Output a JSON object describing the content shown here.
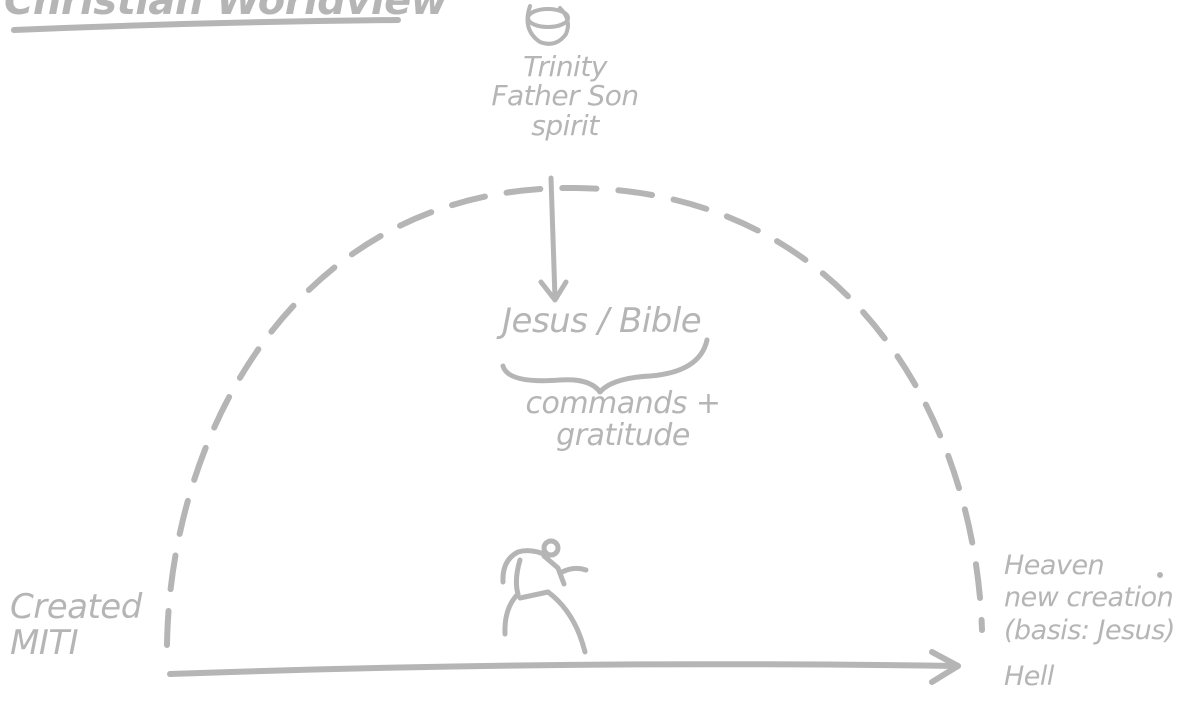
{
  "title": "Christian Worldview",
  "trinity": {
    "line1": "Trinity",
    "line2": "Father Son",
    "line3": "spirit"
  },
  "jesus_bible": "Jesus / Bible",
  "commands": {
    "line1": "commands +",
    "line2": "gratitude"
  },
  "created": {
    "line1": "Created",
    "line2": "MITI"
  },
  "destinations": {
    "line1": "Heaven",
    "line2": "new creation",
    "line3": "(basis: Jesus)",
    "line4": "Hell"
  },
  "colors": {
    "ink": "#b5b5b5",
    "background": "#ffffff"
  },
  "icons": [
    "trinity-knot-icon",
    "walking-person-icon",
    "curly-brace-icon"
  ]
}
